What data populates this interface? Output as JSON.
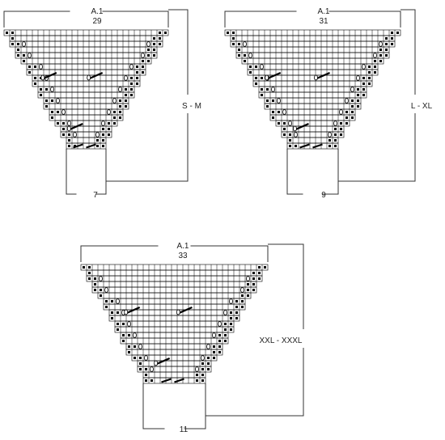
{
  "colors": {
    "grid_line": "#000000",
    "filled_square": "#000000",
    "background": "#ffffff",
    "bracket_line": "#333333"
  },
  "symbols": {
    "filled_square": "small-black-square",
    "yarn_over": "oval-loop",
    "slanted_decrease": "diagonal-stroke"
  },
  "charts": [
    {
      "id": "s-m",
      "chart_name": "A.1",
      "total_stitches": "29",
      "size_label": "S - M",
      "bottom_stitches": "7",
      "width_stitches": 29,
      "rows": 21,
      "bottom_cols": 7
    },
    {
      "id": "l-xl",
      "chart_name": "A.1",
      "total_stitches": "31",
      "size_label": "L - XL",
      "bottom_stitches": "9",
      "width_stitches": 31,
      "rows": 21,
      "bottom_cols": 9
    },
    {
      "id": "xxl-xxxl",
      "chart_name": "A.1",
      "total_stitches": "33",
      "size_label": "XXL - XXXL",
      "bottom_stitches": "11",
      "width_stitches": 33,
      "rows": 21,
      "bottom_cols": 11
    }
  ]
}
